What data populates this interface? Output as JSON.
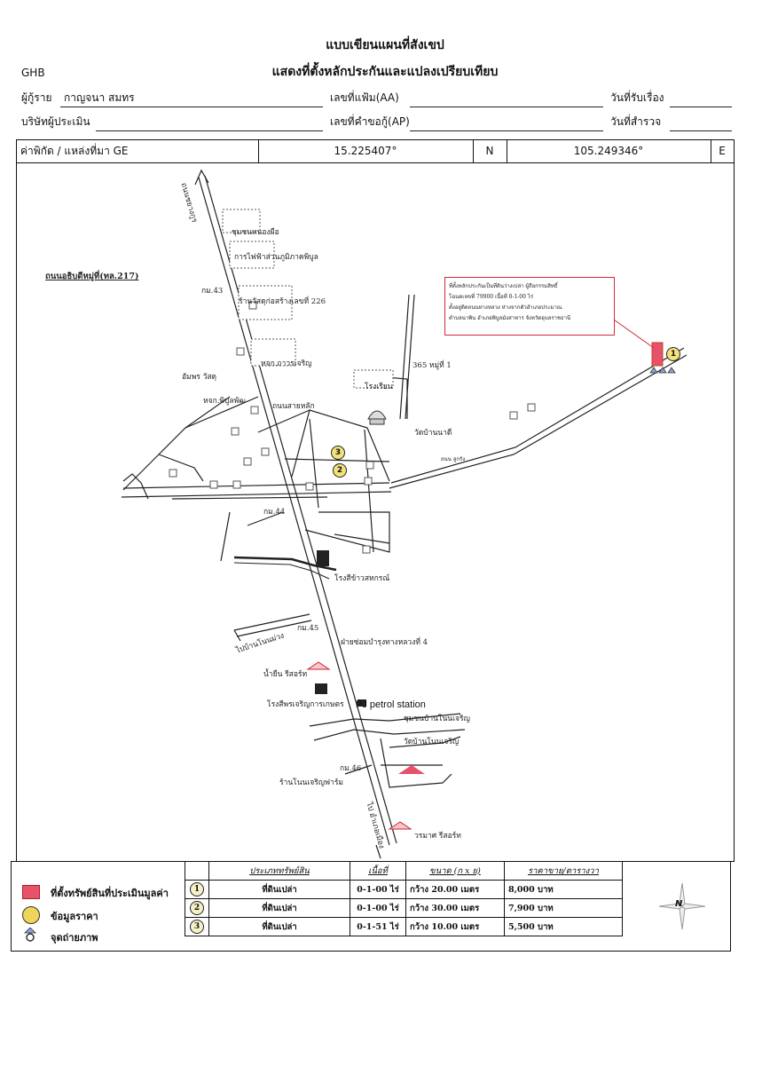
{
  "header": {
    "title_line1": "แบบเขียนแผนที่สังเขป",
    "title_line2": "แสดงที่ตั้งหลักประกันและแปลงเปรียบเทียบ",
    "ghb": "GHB",
    "borrower_label": "ผู้กู้ราย",
    "borrower_value": "กาญจนา สมทร",
    "appraiser_label": "บริษัทผู้ประเมิน",
    "file_no_label": "เลขที่แฟ้ม(AA)",
    "request_no_label": "เลขที่คำขอกู้(AP)",
    "received_date_label": "วันที่รับเรื่อง",
    "survey_date_label": "วันที่สำรวจ"
  },
  "coords": {
    "source_label": "ค่าพิกัด / แหล่งที่มา  GE",
    "lat": "15.225407°",
    "lat_dir": "N",
    "lon": "105.249346°",
    "lon_dir": "E"
  },
  "map_labels": {
    "road_217": "ถนนชยางกูร",
    "highway_label": "ถนนอธิบดีหมู่ที่(ทล.217)",
    "school": "ชุมชนหนองผือ",
    "tower": "การไฟฟ้าส่วนภูมิภาคพิบูล",
    "km43": "กม.43",
    "shop226": "ร้านวัสดุก่อสร้างเลขที่ 226",
    "office": "หจก.ถาวรเจริญ",
    "company": "อัมพร วัสดุ",
    "pipun": "หจก.พิบูลพัฒ",
    "house365": "365 หมู่ที่ 1",
    "school2": "โรงเรียน",
    "temple": "วัดบ้านนาดี",
    "road_main": "ถนนสายหลัก",
    "km44": "กม.44",
    "factory": "โรงสีข้าวสหกรณ์",
    "km45": "กม.45",
    "to_village": "ไปบ้านโนนม่วง",
    "maintenance": "ฝ่ายซ่อมบำรุงทางหลวงที่ 4",
    "resort": "น้ำยืน รีสอร์ท",
    "mill": "โรงสีพรเจริญการเกษตร",
    "petrol": "PJ petrol station",
    "community": "ชุมชนบ้านโนนเจริญ",
    "temple2": "วัดบ้านโนนเจริญ",
    "km46": "กม.46",
    "farm_shop": "ร้านโนนเจริญฟาร์ม",
    "resort2": "วรมาศ รีสอร์ท",
    "to_city": "ไป อำเภอเมือง",
    "rd_small": "ถนน ลูกรัง",
    "note_line1": "ที่ตั้งหลักประกันเป็นที่ดินว่างเปล่า ผู้ถือกรรมสิทธิ์",
    "note_line2": "โฉนดเลขที่ 79900 เนื้อที่ 0-1-00 ไร่",
    "note_line3": "ตั้งอยู่ติดถนนทางหลวง ห่างจากตัวอำเภอประมาณ",
    "note_line4": "ตำบลนาพิน อำเภอพิบูลมังสาหาร จังหวัดอุบลราชธานี",
    "subject_num": "1",
    "comp2": "2",
    "comp3": "3"
  },
  "legend": {
    "subject": "ที่ตั้งทรัพย์สินที่ประเมินมูลค่า",
    "price_info": "ข้อมูลราคา",
    "photo": "จุดถ่ายภาพ",
    "col_type": "ประเภททรัพย์สิน",
    "col_area": "เนื้อที่",
    "col_size": "ขนาด (ก x ย)",
    "col_price": "ราคาขาย/ตารางวา",
    "rows": [
      {
        "no": "1",
        "type": "ที่ดินเปล่า",
        "area": "0-1-00 ไร่",
        "size": "กว้าง 20.00 เมตร",
        "price": "8,000 บาท"
      },
      {
        "no": "2",
        "type": "ที่ดินเปล่า",
        "area": "0-1-00 ไร่",
        "size": "กว้าง 30.00 เมตร",
        "price": "7,900 บาท"
      },
      {
        "no": "3",
        "type": "ที่ดินเปล่า",
        "area": "0-1-51 ไร่",
        "size": "กว้าง 10.00 เมตร",
        "price": "5,500 บาท"
      }
    ],
    "north": "N"
  },
  "colors": {
    "subject": "#e8516b",
    "price": "#f0d55a",
    "note_border": "#d02b3b"
  }
}
